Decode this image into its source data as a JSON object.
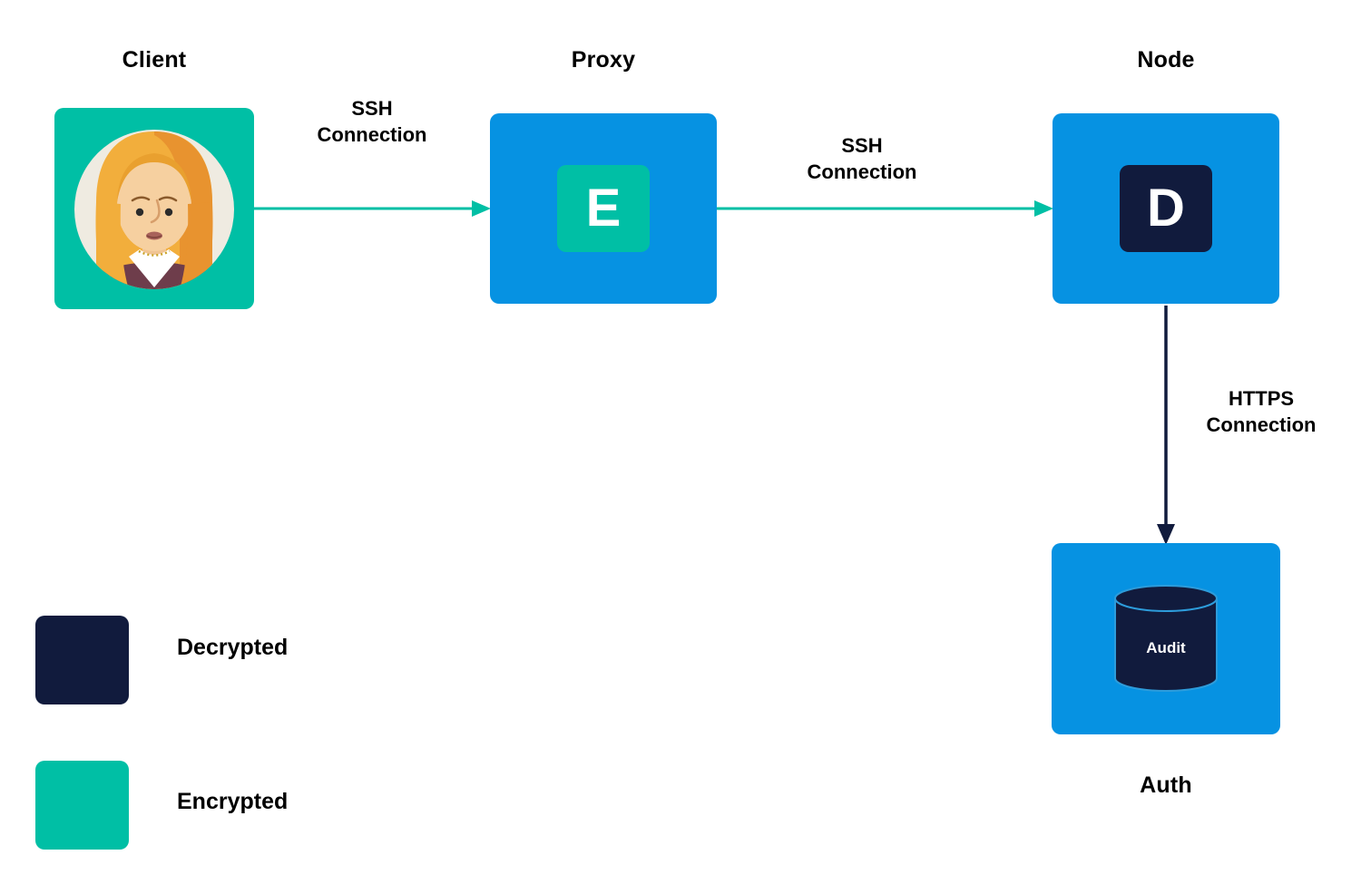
{
  "colors": {
    "teal": "#00BFA5",
    "blue": "#0692E2",
    "navy": "#111B3D",
    "cylinder_stroke": "#2D9CDB",
    "text": "#000000"
  },
  "nodes": {
    "client": {
      "label": "Client"
    },
    "proxy": {
      "label": "Proxy",
      "chip": "E"
    },
    "node": {
      "label": "Node",
      "chip": "D"
    },
    "auth": {
      "label": "Auth",
      "db_label": "Audit"
    }
  },
  "edges": {
    "client_proxy": {
      "label": "SSH Connection"
    },
    "proxy_node": {
      "label": "SSH Connection"
    },
    "node_auth": {
      "label": "HTTPS Connection"
    }
  },
  "legend": {
    "items": [
      {
        "label": "Decrypted",
        "color": "#111B3D"
      },
      {
        "label": "Encrypted",
        "color": "#00BFA5"
      }
    ]
  }
}
